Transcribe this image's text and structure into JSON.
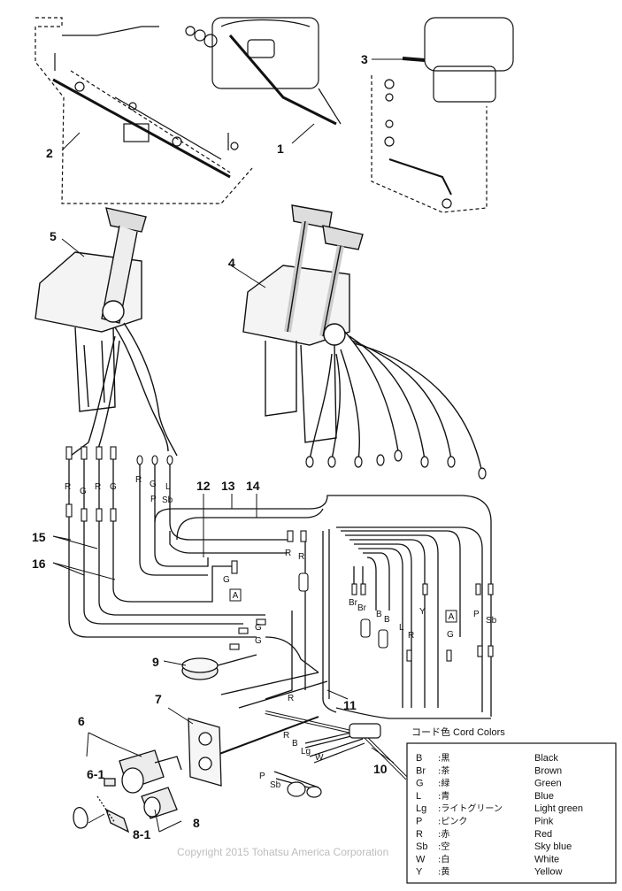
{
  "callouts": {
    "c1": "1",
    "c2": "2",
    "c3": "3",
    "c4": "4",
    "c5": "5",
    "c6": "6",
    "c6_1": "6-1",
    "c7": "7",
    "c8": "8",
    "c8_1": "8-1",
    "c9": "9",
    "c10": "10",
    "c11": "11",
    "c12": "12",
    "c13": "13",
    "c14": "14",
    "c15": "15",
    "c16": "16"
  },
  "wire_labels": {
    "r1": "R",
    "g1": "G",
    "r2": "R",
    "g2": "G",
    "r3": "R",
    "g3": "G",
    "p1": "P",
    "l1": "L",
    "sb1": "Sb",
    "g_a": "G",
    "g_b": "G",
    "g_c": "G",
    "r_top1": "R",
    "r_top2": "R",
    "br1": "Br",
    "br2": "Br",
    "b1": "B",
    "b2": "B",
    "l2": "L",
    "r4": "R",
    "y1": "Y",
    "g4": "G",
    "p2": "P",
    "sb2": "Sb",
    "r5": "R",
    "r_h": "R",
    "b_h": "B",
    "lg_h": "Lg",
    "w_h": "W",
    "p_h": "P",
    "sb_h": "Sb"
  },
  "box_labels": {
    "a1": "A",
    "a2": "A"
  },
  "legend": {
    "title": "コード色  Cord Colors",
    "rows": [
      {
        "code": "B",
        "jp": "黒",
        "en": "Black"
      },
      {
        "code": "Br",
        "jp": "茶",
        "en": "Brown"
      },
      {
        "code": "G",
        "jp": "緑",
        "en": "Green"
      },
      {
        "code": "L",
        "jp": "青",
        "en": "Blue"
      },
      {
        "code": "Lg",
        "jp": "ライトグリーン",
        "en": "Light green"
      },
      {
        "code": "P",
        "jp": "ピンク",
        "en": "Pink"
      },
      {
        "code": "R",
        "jp": "赤",
        "en": "Red"
      },
      {
        "code": "Sb",
        "jp": "空",
        "en": "Sky blue"
      },
      {
        "code": "W",
        "jp": "白",
        "en": "White"
      },
      {
        "code": "Y",
        "jp": "黄",
        "en": "Yellow"
      }
    ]
  },
  "copyright": "Copyright 2015 Tohatsu America Corporation",
  "colors": {
    "ink": "#111111",
    "watermark": "#bdbdbd",
    "background": "#ffffff"
  }
}
